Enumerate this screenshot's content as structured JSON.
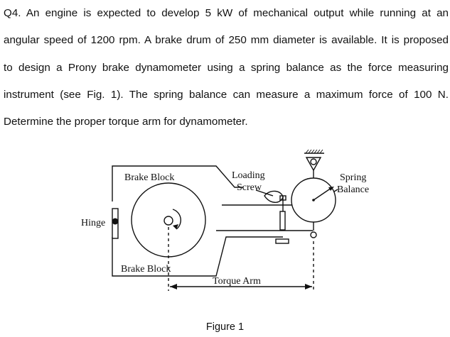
{
  "question": {
    "lines": [
      "Q4. An engine is expected to develop 5 kW of mechanical output while running at an",
      "angular speed of 1200 rpm. A brake drum of 250 mm diameter is available. It is proposed",
      "to design a Prony brake dynamometer using a spring balance as the force measuring",
      "instrument (see Fig. 1). The spring balance can measure a maximum force of 100 N.",
      "Determine the proper torque arm for dynamometer."
    ]
  },
  "figure": {
    "labels": {
      "brake_block_top": "Brake Block",
      "brake_block_bottom": "Brake Block",
      "hinge": "Hinge",
      "loading_screw_line1": "Loading",
      "loading_screw_line2": "Screw",
      "spring_line1": "Spring",
      "spring_line2": "Balance",
      "torque_arm": "Torque Arm"
    },
    "caption": "Figure 1"
  }
}
